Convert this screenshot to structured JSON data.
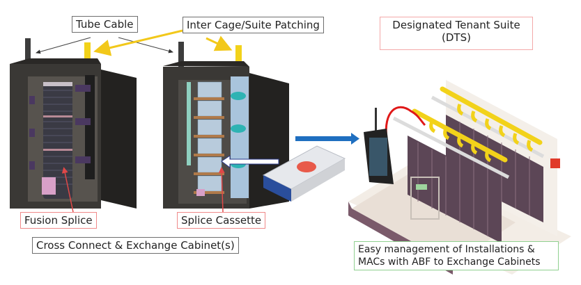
{
  "labels": {
    "tube_cable": "Tube Cable",
    "inter_cage": "Inter Cage/Suite Patching",
    "dts_line1": "Designated Tenant Suite",
    "dts_line2": "(DTS)",
    "fusion_splice": "Fusion Splice",
    "splice_cassette": "Splice Cassette",
    "cross_connect": "Cross Connect & Exchange Cabinet(s)",
    "easy_mgmt_line1": "Easy management of Installations &",
    "easy_mgmt_line2": "MACs with ABF to Exchange Cabinets"
  },
  "colors": {
    "cabinet": "#3a3835",
    "yellow_tube": "#f2d21a",
    "arrow_blue": "#1f6fc0",
    "callout_red": "#e04848",
    "rack_purple": "#5c4656",
    "cassette_blue": "#a9c4dc"
  }
}
